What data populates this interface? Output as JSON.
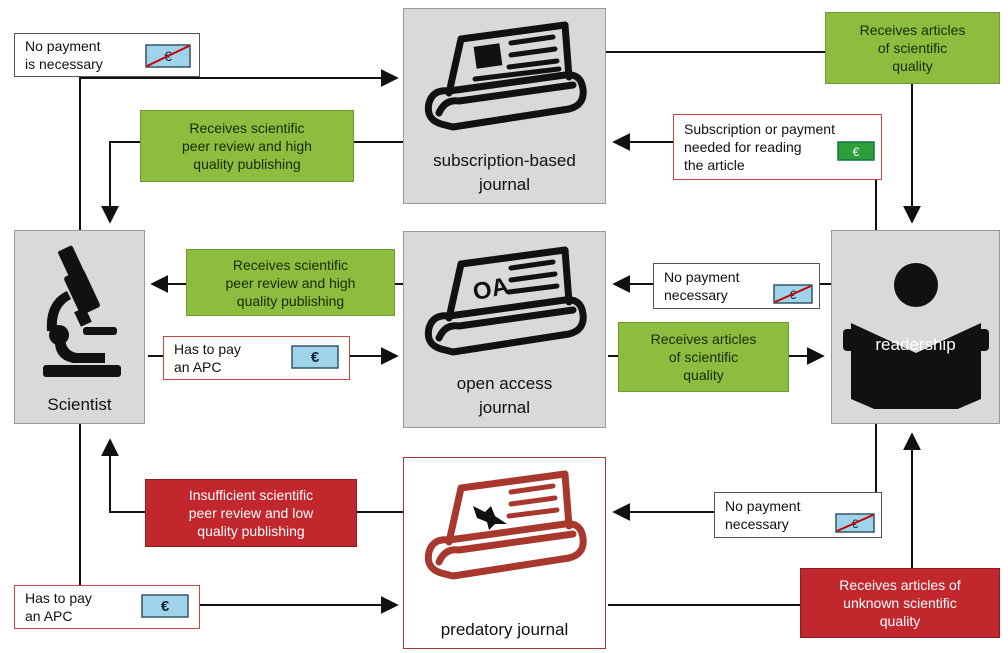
{
  "nodes": {
    "subscription": {
      "caption_line1": "subscription-based",
      "caption_line2": "journal"
    },
    "open_access": {
      "caption_line1": "open access",
      "caption_line2": "journal",
      "cover_text": "OA"
    },
    "predatory": {
      "caption": "predatory journal"
    },
    "scientist": {
      "caption": "Scientist"
    },
    "readership": {
      "caption": "readership"
    }
  },
  "labels": {
    "top_left_payment": {
      "line1": "No payment",
      "line2": "is necessary"
    },
    "top_right_receives": {
      "line1": "Receives articles",
      "line2": "of scientific",
      "line3": "quality"
    },
    "subscription_review": {
      "line1": "Receives scientific",
      "line2": "peer review and high",
      "line3": "quality publishing"
    },
    "subscription_payment": {
      "line1": "Subscription or payment",
      "line2": "needed for reading",
      "line3": "the article"
    },
    "oa_review": {
      "line1": "Receives scientific",
      "line2": "peer review and high",
      "line3": "quality publishing"
    },
    "oa_no_payment": {
      "line1": "No payment",
      "line2": "necessary"
    },
    "oa_apc": {
      "line1": "Has to pay",
      "line2": "an APC"
    },
    "oa_receives": {
      "line1": "Receives articles",
      "line2": "of scientific",
      "line3": "quality"
    },
    "predatory_review": {
      "line1": "Insufficient scientific",
      "line2": "peer review and low",
      "line3": "quality publishing"
    },
    "predatory_no_payment": {
      "line1": "No payment",
      "line2": "necessary"
    },
    "predatory_apc": {
      "line1": "Has to pay",
      "line2": "an APC"
    },
    "predatory_receives": {
      "line1": "Receives articles of",
      "line2": "unknown scientific",
      "line3": "quality"
    }
  },
  "note_icons": {
    "currency_symbol": "€",
    "crossed_note_color": "#9fd3ea",
    "apc_note_color": "#9fd3ea",
    "subscription_note_color": "#2e9e3a"
  },
  "colors": {
    "green": "#8cbd3f",
    "red": "#c1272d",
    "node_grey": "#d9d9d9",
    "predatory_dark": "#a8382e"
  }
}
